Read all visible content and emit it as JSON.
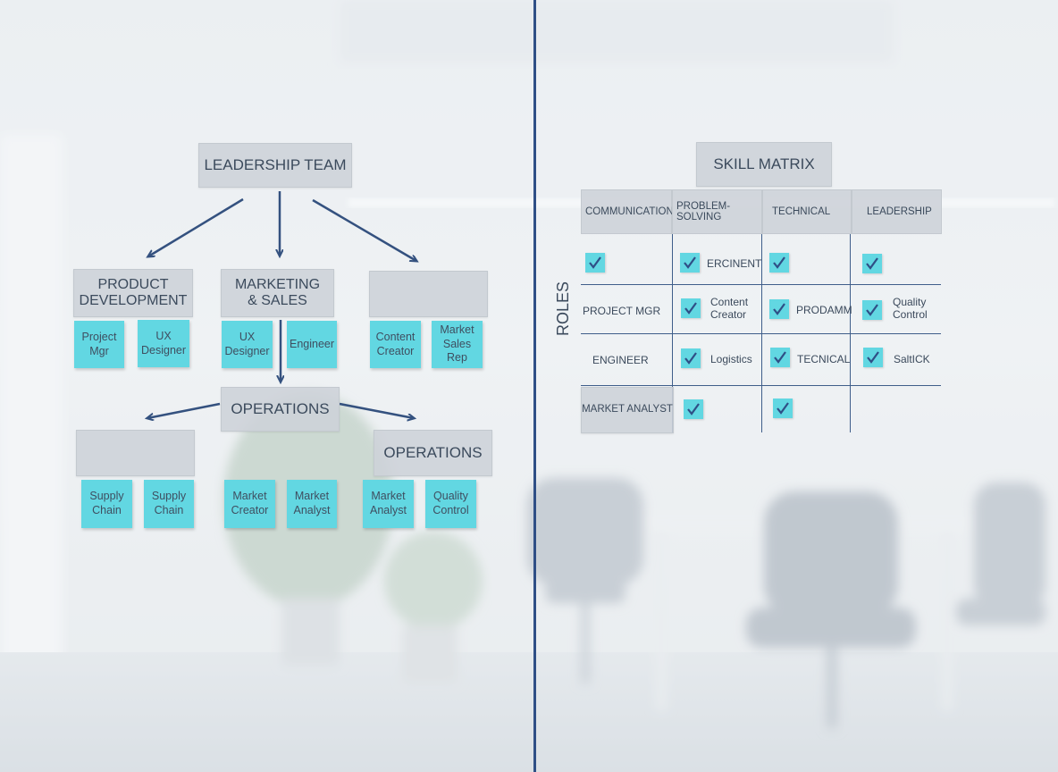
{
  "org_chart": {
    "top": "LEADERSHIP TEAM",
    "departments": [
      {
        "line1": "PRODUCT",
        "line2": "DEVELOPMENT"
      },
      {
        "line1": "MARKETING",
        "line2": "& SALES"
      },
      {
        "line1": "",
        "line2": ""
      }
    ],
    "notes_row1": [
      {
        "line1": "Project",
        "line2": "Mgr"
      },
      {
        "line1": "UX",
        "line2": "Designer"
      },
      {
        "line1": "UX",
        "line2": "Designer"
      },
      {
        "line1": "Engineer",
        "line2": ""
      },
      {
        "line1": "Content",
        "line2": "Creator"
      },
      {
        "line1": "Market",
        "line2": "Sales Rep"
      }
    ],
    "operations_center": "OPERATIONS",
    "operations_right": "OPERATIONS",
    "notes_row2": [
      {
        "line1": "Supply",
        "line2": "Chain"
      },
      {
        "line1": "Supply",
        "line2": "Chain"
      },
      {
        "line1": "Market",
        "line2": "Creator"
      },
      {
        "line1": "Market",
        "line2": "Analyst"
      },
      {
        "line1": "Market",
        "line2": "Analyst"
      },
      {
        "line1": "Quality",
        "line2": "Control"
      }
    ]
  },
  "skill_matrix": {
    "title": "SKILL MATRIX",
    "axis_label": "ROLES",
    "columns": [
      "COMMUNICATION",
      "PROBLEM-SOLVING",
      "TECHNICAL",
      "LEADERSHIP"
    ],
    "rows": [
      {
        "label": "",
        "cells": [
          {
            "check": true,
            "text": ""
          },
          {
            "check": true,
            "text": "ERCINENT"
          },
          {
            "check": true,
            "text": ""
          },
          {
            "check": true,
            "text": ""
          }
        ]
      },
      {
        "label": "PROJECT MGR",
        "cells": [
          {
            "check": false,
            "text": ""
          },
          {
            "check": true,
            "text": "Content Creator"
          },
          {
            "check": true,
            "text": "PRODAMM"
          },
          {
            "check": true,
            "text": "Quality Control"
          }
        ]
      },
      {
        "label": "ENGINEER",
        "cells": [
          {
            "check": false,
            "text": ""
          },
          {
            "check": true,
            "text": "Logistics"
          },
          {
            "check": true,
            "text": "TECNICAL"
          },
          {
            "check": true,
            "text": "SaltICK"
          }
        ]
      },
      {
        "label": "MARKET ANALYST",
        "cells": [
          {
            "check": false,
            "text": ""
          },
          {
            "check": true,
            "text": ""
          },
          {
            "check": true,
            "text": ""
          },
          {
            "check": false,
            "text": ""
          }
        ]
      }
    ]
  },
  "colors": {
    "accent": "#2f4f86",
    "sticky": "#62d7e2",
    "header_box": "#cdd2d8",
    "text": "#3b4a5c"
  }
}
